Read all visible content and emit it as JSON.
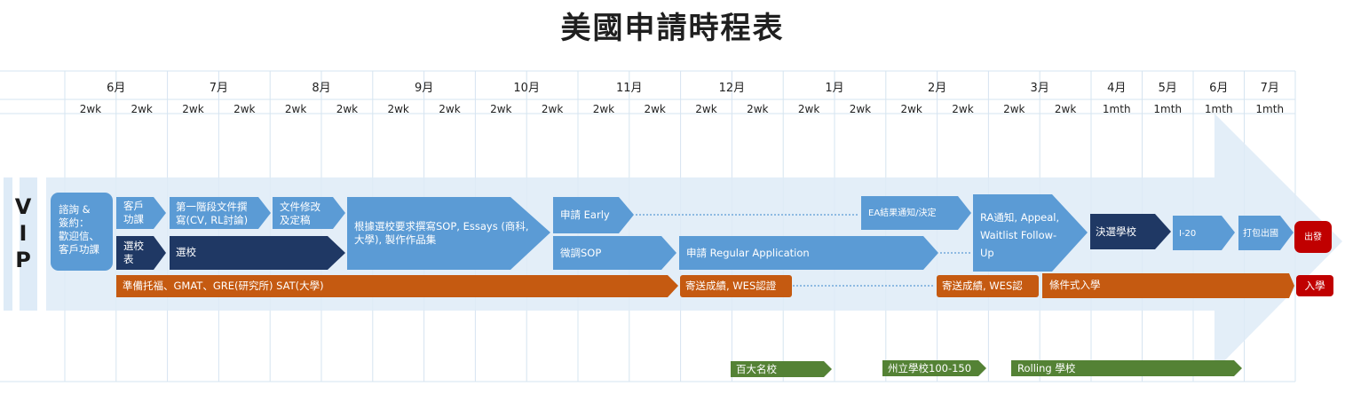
{
  "title": "美國申請時程表",
  "months": [
    "6月",
    "7月",
    "8月",
    "9月",
    "10月",
    "11月",
    "12月",
    "1月",
    "2月",
    "3月",
    "4月",
    "5月",
    "6月",
    "7月"
  ],
  "periods": [
    "2wk",
    "2wk",
    "2wk",
    "2wk",
    "2wk",
    "2wk",
    "2wk",
    "2wk",
    "2wk",
    "2wk",
    "2wk",
    "2wk",
    "2wk",
    "2wk",
    "2wk",
    "2wk",
    "2wk",
    "2wk",
    "2wk",
    "2wk",
    "1mth",
    "1mth",
    "1mth",
    "1mth"
  ],
  "vip": [
    "V",
    "I",
    "P"
  ],
  "steps": {
    "consult": [
      "諮詢 &",
      "簽約：",
      "歡迎信、",
      "客戶功課"
    ],
    "client_hw": [
      "客戶",
      "功課"
    ],
    "school_table": [
      "選校",
      "表"
    ],
    "first_stage": [
      "第一階段文件撰",
      "寫(CV, RL討論)"
    ],
    "doc_revise": [
      "文件修改",
      "及定稿"
    ],
    "select_school": "選校",
    "sop_writing": [
      "根據選校要求撰寫SOP, Essays (商科,",
      "大學), 製作作品集"
    ],
    "apply_early": "申請 Early",
    "ea_result": "EA結果通知/決定",
    "ra_notice": [
      "RA通知, Appeal,",
      "Waitlist Follow-",
      "Up"
    ],
    "decide_school": "決選學校",
    "i20": "I-20",
    "pack": "打包出國",
    "depart": "出發",
    "tweak_sop": "微調SOP",
    "apply_regular": "申請 Regular Application",
    "test_prep": "準備托福、GMAT、GRE(研究所)  SAT(大學)",
    "send_scores_1": "寄送成績, WES認證",
    "send_scores_2": "寄送成績, WES認",
    "conditional": "條件式入學",
    "enroll": "入學"
  },
  "tiers": {
    "top100": "百大名校",
    "state": "州立學校100-150",
    "rolling": "Rolling 學校"
  },
  "colors": {
    "light_blue": "#5b9bd5",
    "navy": "#1f3864",
    "orange": "#c55a11",
    "red": "#c00000",
    "green": "#548235",
    "pale_band": "#deebf7"
  }
}
